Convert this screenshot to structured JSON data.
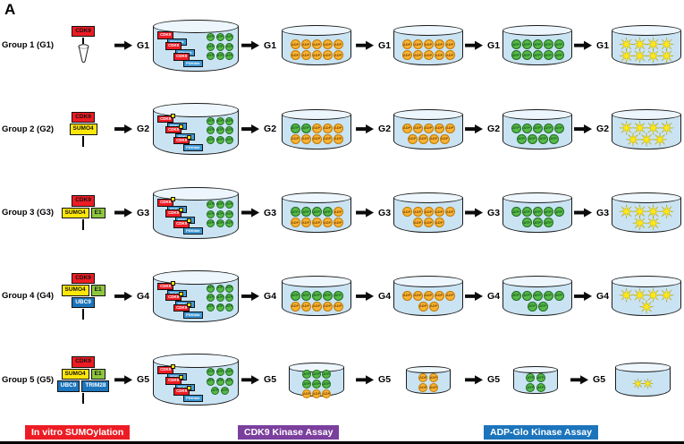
{
  "panel_label": "A",
  "legend": [
    {
      "label": "In vitro SUMOylation",
      "color": "#ed1c24",
      "text_color": "#ffffff"
    },
    {
      "label": "CDK9 Kinase Assay",
      "color": "#7b3f9d",
      "text_color": "#ffffff"
    },
    {
      "label": "ADP-Glo Kinase Assay",
      "color": "#1c75bc",
      "text_color": "#ffffff"
    }
  ],
  "components": {
    "CDK9": {
      "color": "#ed1c24",
      "text": "#111111"
    },
    "SUMO4": {
      "color": "#ffe60a",
      "text": "#111111"
    },
    "E1": {
      "color": "#8ec63f",
      "text": "#111111"
    },
    "UBC9": {
      "color": "#1c75bc",
      "text": "#ffffff"
    },
    "TRIM28": {
      "color": "#1c75bc",
      "text": "#ffffff"
    }
  },
  "dish_labels": {
    "enzyme": "CDK9",
    "substrate": "PDKtide"
  },
  "molecules": {
    "atp": {
      "label": "ATP",
      "fill": "#57b947",
      "border": "#1e6b23",
      "text": "#14531a"
    },
    "adp": {
      "label": "ADP",
      "fill": "#f9b233",
      "border": "#c17a00",
      "text": "#7c4a00"
    }
  },
  "icons": {
    "luminescence_burst": "8-point-yellow-star",
    "flow_arrow": "black-right-block-arrow",
    "tube": "open-microcentrifuge-tube"
  },
  "rows": [
    {
      "group_label": "Group 1 (G1)",
      "tag": "G1",
      "stack": {
        "rows": [
          [
            "CDK9"
          ]
        ],
        "tube": true
      },
      "stages": [
        {
          "type": "reaction",
          "size": "lg",
          "complexes": 3,
          "atp": 9,
          "sumo": false
        },
        {
          "type": "circles",
          "size": "md",
          "content": [
            [
              "adp",
              10
            ]
          ]
        },
        {
          "type": "circles",
          "size": "md",
          "content": [
            [
              "adp",
              10
            ]
          ]
        },
        {
          "type": "circles",
          "size": "md",
          "content": [
            [
              "atp",
              10
            ]
          ]
        },
        {
          "type": "glow",
          "size": "md",
          "bursts": 8
        }
      ]
    },
    {
      "group_label": "Group 2 (G2)",
      "tag": "G2",
      "stack": {
        "rows": [
          [
            "CDK9"
          ],
          [
            "SUMO4"
          ]
        ],
        "tube": false
      },
      "stages": [
        {
          "type": "reaction",
          "size": "lg",
          "complexes": 3,
          "atp": 9,
          "sumo": true
        },
        {
          "type": "circles",
          "size": "md",
          "content": [
            [
              "atp",
              2
            ],
            [
              "adp",
              8
            ]
          ]
        },
        {
          "type": "circles",
          "size": "md",
          "content": [
            [
              "adp",
              9
            ]
          ]
        },
        {
          "type": "circles",
          "size": "md",
          "content": [
            [
              "atp",
              9
            ]
          ]
        },
        {
          "type": "glow",
          "size": "md",
          "bursts": 7
        }
      ]
    },
    {
      "group_label": "Group 3 (G3)",
      "tag": "G3",
      "stack": {
        "rows": [
          [
            "CDK9"
          ],
          [
            "SUMO4",
            "E1"
          ]
        ],
        "tube": false
      },
      "stages": [
        {
          "type": "reaction",
          "size": "lg",
          "complexes": 3,
          "atp": 9,
          "sumo": true
        },
        {
          "type": "circles",
          "size": "md",
          "content": [
            [
              "atp",
              4
            ],
            [
              "adp",
              6
            ]
          ]
        },
        {
          "type": "circles",
          "size": "md",
          "content": [
            [
              "adp",
              8
            ]
          ]
        },
        {
          "type": "circles",
          "size": "md",
          "content": [
            [
              "atp",
              8
            ]
          ]
        },
        {
          "type": "glow",
          "size": "md",
          "bursts": 6
        }
      ]
    },
    {
      "group_label": "Group 4 (G4)",
      "tag": "G4",
      "stack": {
        "rows": [
          [
            "CDK9"
          ],
          [
            "SUMO4",
            "E1"
          ],
          [
            "UBC9"
          ]
        ],
        "tube": false
      },
      "stages": [
        {
          "type": "reaction",
          "size": "lg",
          "complexes": 3,
          "atp": 9,
          "sumo": true
        },
        {
          "type": "circles",
          "size": "md",
          "content": [
            [
              "atp",
              5
            ],
            [
              "adp",
              5
            ]
          ]
        },
        {
          "type": "circles",
          "size": "md",
          "content": [
            [
              "adp",
              7
            ]
          ]
        },
        {
          "type": "circles",
          "size": "md",
          "content": [
            [
              "atp",
              7
            ]
          ]
        },
        {
          "type": "glow",
          "size": "md",
          "bursts": 5
        }
      ]
    },
    {
      "group_label": "Group 5 (G5)",
      "tag": "G5",
      "stack": {
        "rows": [
          [
            "CDK9"
          ],
          [
            "SUMO4",
            "E1"
          ],
          [
            "UBC9",
            "TRIM28"
          ]
        ],
        "tube": false
      },
      "stages": [
        {
          "type": "reaction",
          "size": "lg",
          "complexes": 3,
          "atp": 8,
          "sumo": true
        },
        {
          "type": "circles",
          "size": "sm",
          "content": [
            [
              "atp",
              6
            ],
            [
              "adp",
              3
            ]
          ]
        },
        {
          "type": "circles",
          "size": "xs",
          "content": [
            [
              "adp",
              4
            ]
          ]
        },
        {
          "type": "circles",
          "size": "xs",
          "content": [
            [
              "atp",
              4
            ]
          ]
        },
        {
          "type": "glow",
          "size": "sm",
          "bursts": 2
        }
      ]
    }
  ]
}
